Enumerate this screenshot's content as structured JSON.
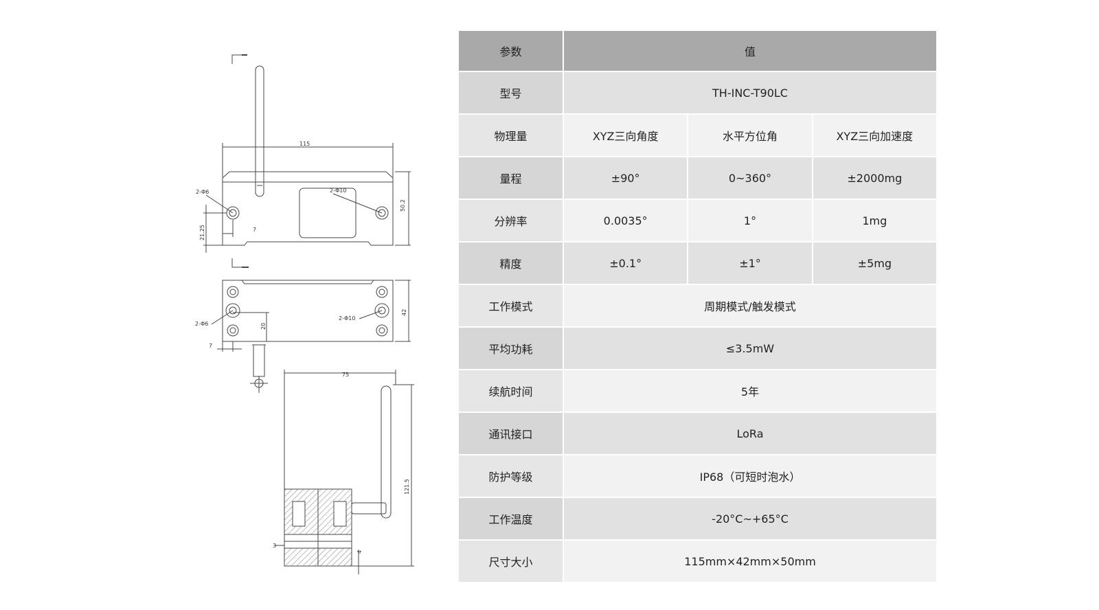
{
  "drawing": {
    "dims": {
      "top_width": "115",
      "top_height": "50.2",
      "hole_small_top": "2-Φ6",
      "hole_large_top": "2-Φ10",
      "offset_h_top": "21.25",
      "offset_w_top": "7",
      "hole_small_mid": "2-Φ6",
      "hole_large_mid": "2-Φ10",
      "offset_v_mid": "20",
      "height_mid": "42",
      "offset_w_mid": "7",
      "side_width": "75",
      "side_height": "121.5",
      "side_small_a": "3",
      "side_small_b": "4"
    }
  },
  "table": {
    "header": {
      "param": "参数",
      "value": "值"
    },
    "model": {
      "label": "型号",
      "value": "TH-INC-T90LC"
    },
    "quantity": {
      "label": "物理量",
      "v1": "XYZ三向角度",
      "v2": "水平方位角",
      "v3": "XYZ三向加速度"
    },
    "range": {
      "label": "量程",
      "v1": "±90°",
      "v2": "0~360°",
      "v3": "±2000mg"
    },
    "resolution": {
      "label": "分辨率",
      "v1": "0.0035°",
      "v2": "1°",
      "v3": "1mg"
    },
    "accuracy": {
      "label": "精度",
      "v1": "±0.1°",
      "v2": "±1°",
      "v3": "±5mg"
    },
    "mode": {
      "label": "工作模式",
      "value": "周期模式/触发模式"
    },
    "power": {
      "label": "平均功耗",
      "value": "≤3.5mW"
    },
    "battery": {
      "label": "续航时间",
      "value": "5年"
    },
    "interface": {
      "label": "通讯接口",
      "value": "LoRa"
    },
    "protection": {
      "label": "防护等级",
      "value": "IP68（可短时泡水）"
    },
    "temperature": {
      "label": "工作温度",
      "value": "-20°C~+65°C"
    },
    "size": {
      "label": "尺寸大小",
      "value": "115mm×42mm×50mm"
    }
  }
}
